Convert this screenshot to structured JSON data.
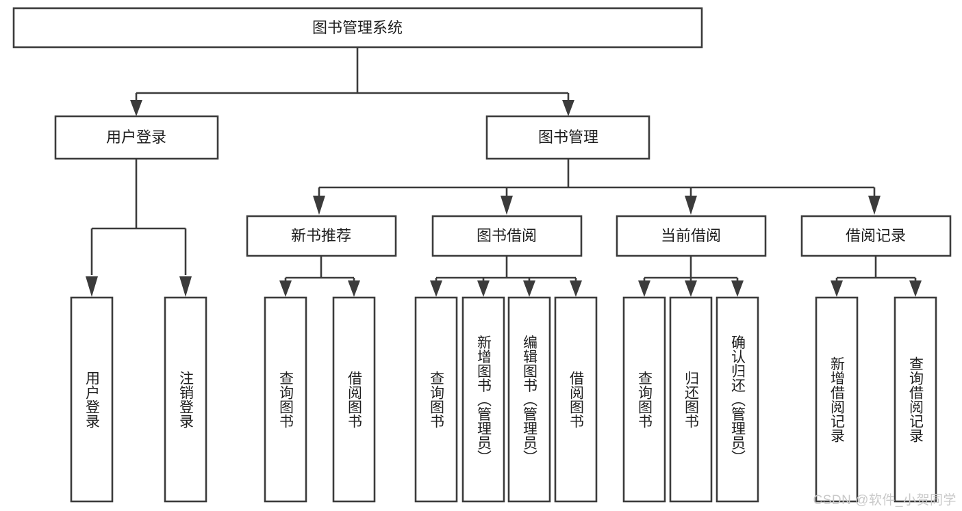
{
  "diagram": {
    "title": "图书管理系统",
    "type": "tree-hierarchy",
    "watermark": "CSDN @软件_小贺同学",
    "colors": {
      "stroke": "#3b3b3b",
      "box_fill": "#ffffff",
      "text": "#1f1f1f",
      "background": "#ffffff",
      "watermark": "#c9c9c9"
    },
    "root": {
      "label": "图书管理系统"
    },
    "level2": [
      {
        "id": "user-login",
        "label": "用户登录"
      },
      {
        "id": "book-manage",
        "label": "图书管理"
      }
    ],
    "level3": [
      {
        "id": "new-book-rec",
        "label": "新书推荐",
        "parent": "book-manage"
      },
      {
        "id": "book-borrow",
        "label": "图书借阅",
        "parent": "book-manage"
      },
      {
        "id": "current-borrow",
        "label": "当前借阅",
        "parent": "book-manage"
      },
      {
        "id": "borrow-record",
        "label": "借阅记录",
        "parent": "book-manage"
      }
    ],
    "leaves": {
      "user-login": [
        {
          "id": "leaf-user-login",
          "label": "用户登录"
        },
        {
          "id": "leaf-logout",
          "label": "注销登录"
        }
      ],
      "new-book-rec": [
        {
          "id": "leaf-query-book-1",
          "label": "查询图书"
        },
        {
          "id": "leaf-borrow-book-1",
          "label": "借阅图书"
        }
      ],
      "book-borrow": [
        {
          "id": "leaf-query-book-2",
          "label": "查询图书"
        },
        {
          "id": "leaf-add-book",
          "label": "新增图书（管理员）"
        },
        {
          "id": "leaf-edit-book",
          "label": "编辑图书（管理员）"
        },
        {
          "id": "leaf-borrow-book-2",
          "label": "借阅图书"
        }
      ],
      "current-borrow": [
        {
          "id": "leaf-query-book-3",
          "label": "查询图书"
        },
        {
          "id": "leaf-return-book",
          "label": "归还图书"
        },
        {
          "id": "leaf-confirm-return",
          "label": "确认归还（管理员）"
        }
      ],
      "borrow-record": [
        {
          "id": "leaf-add-record",
          "label": "新增借阅记录"
        },
        {
          "id": "leaf-query-record",
          "label": "查询借阅记录"
        }
      ]
    }
  }
}
